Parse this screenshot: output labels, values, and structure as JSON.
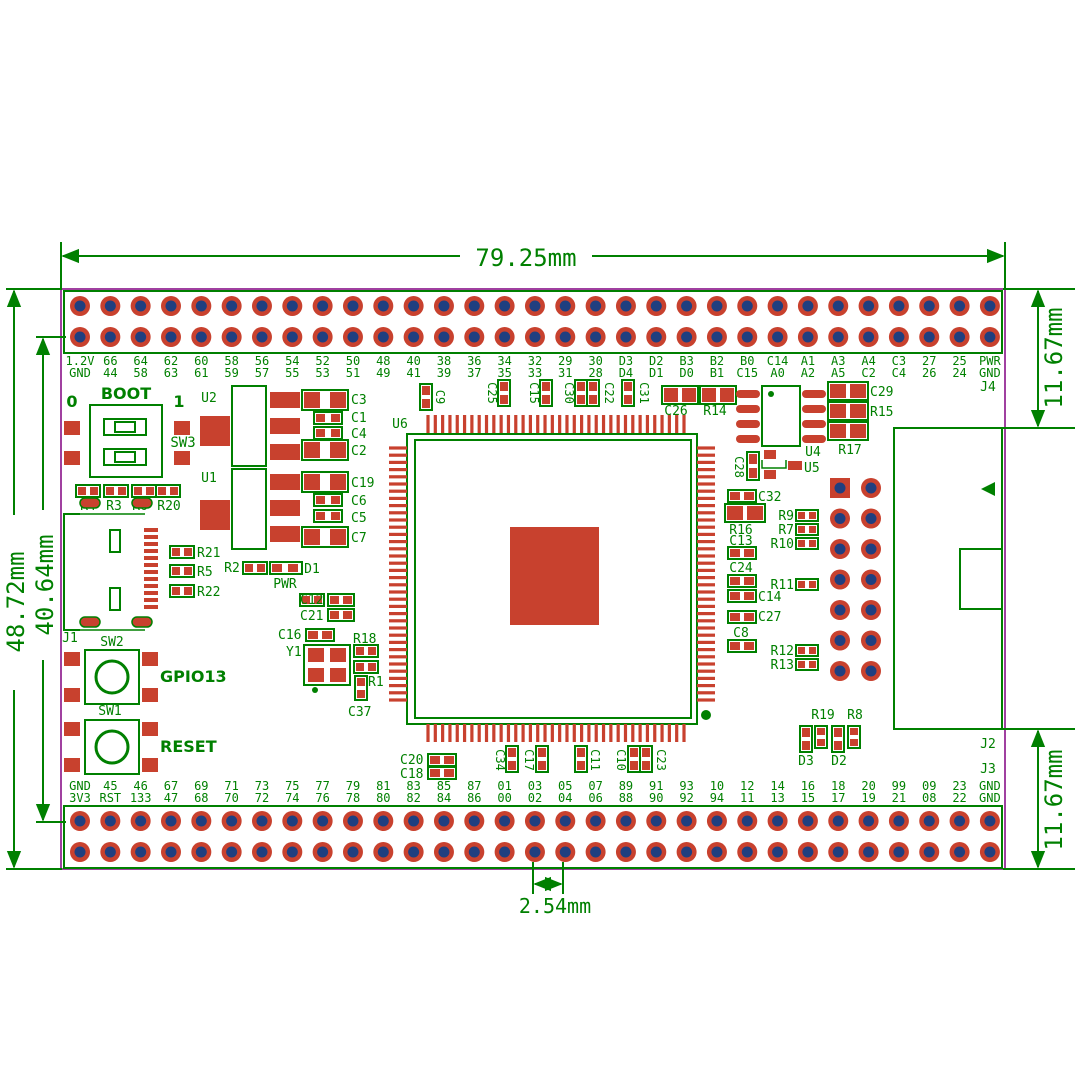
{
  "colors": {
    "silk": "#008000",
    "copper": "#c8412e",
    "drill": "#1f3f80",
    "outline": "#800080",
    "bg": "#ffffff"
  },
  "dimensions": {
    "width": "79.25mm",
    "height_outer": "48.72mm",
    "height_inner": "40.64mm",
    "header_top": "11.67mm",
    "header_bottom": "11.67mm",
    "pitch": "2.54mm"
  },
  "header_top": {
    "designator": "J4",
    "pins_per_row": 31,
    "row_a": [
      "1.2V",
      "66",
      "64",
      "62",
      "60",
      "58",
      "56",
      "54",
      "52",
      "50",
      "48",
      "40",
      "38",
      "36",
      "34",
      "32",
      "29",
      "30",
      "D3",
      "D2",
      "B3",
      "B2",
      "B0",
      "C14",
      "A1",
      "A3",
      "A4",
      "C3",
      "27",
      "25",
      "PWR"
    ],
    "row_b": [
      "GND",
      "44",
      "58",
      "63",
      "61",
      "59",
      "57",
      "55",
      "53",
      "51",
      "49",
      "41",
      "39",
      "37",
      "35",
      "33",
      "31",
      "28",
      "D4",
      "D1",
      "D0",
      "B1",
      "C15",
      "A0",
      "A2",
      "A5",
      "C2",
      "C4",
      "26",
      "24",
      "GND"
    ]
  },
  "header_bottom": {
    "designator": "J3",
    "pins_per_row": 31,
    "row_a": [
      "GND",
      "45",
      "46",
      "67",
      "69",
      "71",
      "73",
      "75",
      "77",
      "79",
      "81",
      "83",
      "85",
      "87",
      "01",
      "03",
      "05",
      "07",
      "89",
      "91",
      "93",
      "10",
      "12",
      "14",
      "16",
      "18",
      "20",
      "99",
      "09",
      "23",
      "GND"
    ],
    "row_b": [
      "3V3",
      "RST",
      "133",
      "47",
      "68",
      "70",
      "72",
      "74",
      "76",
      "78",
      "80",
      "82",
      "84",
      "86",
      "00",
      "02",
      "04",
      "06",
      "88",
      "90",
      "92",
      "94",
      "11",
      "13",
      "15",
      "17",
      "19",
      "21",
      "08",
      "22",
      "GND"
    ]
  },
  "labels": {
    "boot": "BOOT",
    "boot_0": "0",
    "boot_1": "1",
    "sw3": "SW3",
    "sw2": "SW2",
    "sw1": "SW1",
    "gpio13": "GPIO13",
    "reset": "RESET",
    "pwr": "PWR",
    "j1": "J1",
    "j2": "J2",
    "u1": "U1",
    "u2": "U2",
    "u4": "U4",
    "u5": "U5",
    "u6": "U6",
    "y1": "Y1",
    "d1": "D1",
    "d2": "D2",
    "d3": "D3"
  },
  "passives": {
    "c3": "C3",
    "c1": "C1",
    "c4": "C4",
    "c2": "C2",
    "c19": "C19",
    "c6": "C6",
    "c5": "C5",
    "c7": "C7",
    "c12": "C12",
    "c21": "C21",
    "c16": "C16",
    "r18": "R18",
    "r1": "R1",
    "c37": "C37",
    "r4": "R4",
    "r3": "R3",
    "r6": "R6",
    "r20": "R20",
    "r21": "R21",
    "r5": "R5",
    "r22": "R22",
    "r2": "R2",
    "c9": "C9",
    "c25": "C25",
    "c15": "C15",
    "c30": "C30",
    "c22": "C22",
    "c31": "C31",
    "c26": "C26",
    "r14": "R14",
    "c29": "C29",
    "r15": "R15",
    "r17": "R17",
    "c28": "C28",
    "c32": "C32",
    "r16": "R16",
    "r9": "R9",
    "r7": "R7",
    "r10": "R10",
    "c13": "C13",
    "c24": "C24",
    "r11": "R11",
    "c14": "C14",
    "c27": "C27",
    "c8": "C8",
    "r12": "R12",
    "r13": "R13",
    "r19": "R19",
    "r8": "R8",
    "c20": "C20",
    "c18": "C18",
    "c34": "C34",
    "c17": "C17",
    "c11": "C11",
    "c10": "C10",
    "c23": "C23"
  }
}
